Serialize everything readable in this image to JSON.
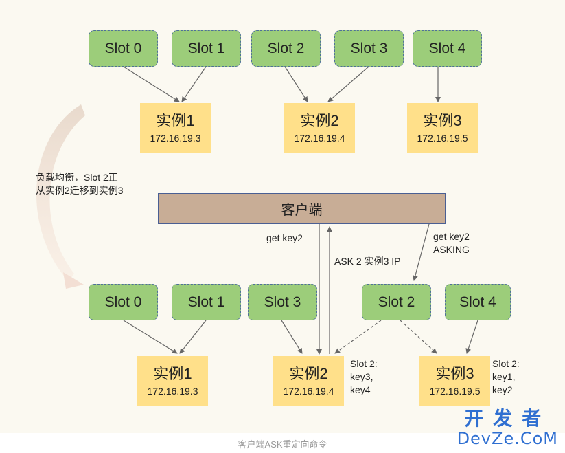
{
  "top": {
    "slots": [
      "Slot 0",
      "Slot 1",
      "Slot 2",
      "Slot 3",
      "Slot 4"
    ],
    "instances": [
      {
        "name": "实例1",
        "ip": "172.16.19.3"
      },
      {
        "name": "实例2",
        "ip": "172.16.19.4"
      },
      {
        "name": "实例3",
        "ip": "172.16.19.5"
      }
    ]
  },
  "migration_note": [
    "负载均衡，Slot 2正",
    "从实例2迁移到实例3"
  ],
  "client": {
    "label": "客户端"
  },
  "requests": {
    "get_key2": "get  key2",
    "ask_reply": "ASK 2 实例3 IP",
    "get_key2_asking": [
      "get key2",
      "ASKING"
    ]
  },
  "bottom": {
    "slots": [
      "Slot 0",
      "Slot 1",
      "Slot 3",
      "Slot 2",
      "Slot 4"
    ],
    "instances": [
      {
        "name": "实例1",
        "ip": "172.16.19.3"
      },
      {
        "name": "实例2",
        "ip": "172.16.19.4"
      },
      {
        "name": "实例3",
        "ip": "172.16.19.5"
      }
    ],
    "inst2_slot_note": [
      "Slot 2:",
      "key3,",
      "key4"
    ],
    "inst3_slot_note": [
      "Slot 2:",
      "key1,",
      "key2"
    ]
  },
  "caption": "客户端ASK重定向命令",
  "watermark": {
    "line1": "开发者",
    "line2": "DevZe.CoM"
  },
  "colors": {
    "slot_fill": "#9ccd7a",
    "slot_border": "#4f6f9a",
    "instance_fill": "#ffe08a",
    "client_fill": "#c8ad96",
    "client_border": "#4a5f93",
    "background": "#fbf9f1",
    "watermark": "#2f6fd1"
  }
}
